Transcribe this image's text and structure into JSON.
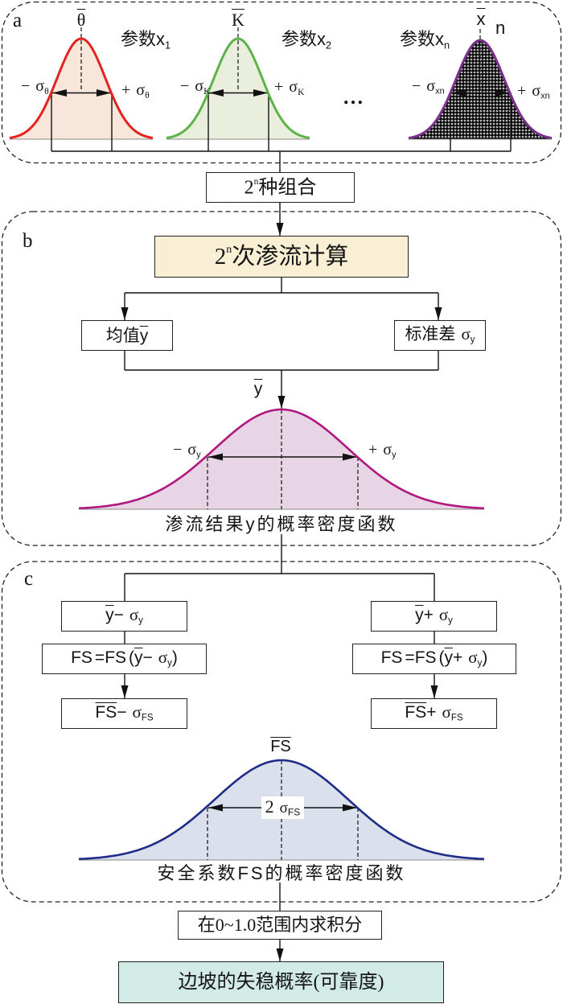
{
  "panel_a": {
    "label": "a",
    "ellipsis": "…",
    "params": [
      {
        "name": "参数x",
        "index": "1",
        "mean_symbol": "θ",
        "minus": "−",
        "plus": "+",
        "sigma": "σ",
        "sigma_sub": "θ"
      },
      {
        "name": "参数x",
        "index": "2",
        "mean_symbol": "K",
        "minus": "−",
        "plus": "+",
        "sigma": "σ",
        "sigma_sub": "K"
      },
      {
        "name": "参数x",
        "index": "n",
        "mean_symbol": "x",
        "mean_suffix": "n",
        "minus": "−",
        "plus": "+",
        "sigma": "σ",
        "sigma_sub": "xn"
      }
    ]
  },
  "combination_box": {
    "base": "2",
    "exponent": "n",
    "text": "种组合"
  },
  "panel_b": {
    "label": "b",
    "seepage_box": {
      "base": "2",
      "exponent": "n",
      "text": "次渗流计算"
    },
    "mean_box": {
      "text": "均值",
      "symbol": "y"
    },
    "std_box": {
      "text": "标准差",
      "sigma": "σ",
      "sigma_sub": "y"
    },
    "curve_mean_label": "y",
    "minus_label": {
      "sign": "−",
      "sigma": "σ",
      "sub": "y"
    },
    "plus_label": {
      "sign": "+",
      "sigma": "σ",
      "sub": "y"
    },
    "caption": "渗流结果y的概率密度函数"
  },
  "panel_c": {
    "label": "c",
    "left_branch": {
      "shift_box": {
        "mean": "y",
        "op": "−",
        "sigma": "σ",
        "sigma_sub": "y"
      },
      "fs_box": {
        "lhs": "FS",
        "eq": "=",
        "func": "FS",
        "open": "(",
        "mean": "y",
        "op": "−",
        "sigma": "σ",
        "sigma_sub": "y",
        "close": ")"
      },
      "result_box": {
        "mean": "FS",
        "op": "−",
        "sigma": "σ",
        "sigma_sub": "FS"
      }
    },
    "right_branch": {
      "shift_box": {
        "mean": "y",
        "op": "+",
        "sigma": "σ",
        "sigma_sub": "y"
      },
      "fs_box": {
        "lhs": "FS",
        "eq": "=",
        "func": "FS",
        "open": "(",
        "mean": "y",
        "op": "+",
        "sigma": "σ",
        "sigma_sub": "y",
        "close": ")"
      },
      "result_box": {
        "mean": "FS",
        "op": "+",
        "sigma": "σ",
        "sigma_sub": "FS"
      }
    },
    "curve_mean_label": "FS",
    "width_label": {
      "factor": "2",
      "sigma": "σ",
      "sigma_sub": "FS"
    },
    "caption": "安全系数FS的概率密度函数"
  },
  "integral_box": {
    "text": "在0~1.0范围内求积分"
  },
  "result_box": {
    "text": "边坡的失稳概率(可靠度)"
  },
  "colors": {
    "param1_curve": "#e3231f",
    "param1_fill": "#f8e6da",
    "param2_curve": "#5cb449",
    "param2_fill": "#e9efdc",
    "paramn_curve": "#7b2f8e",
    "seepage_curve": "#b0187f",
    "seepage_fill": "#e7d4e5",
    "fs_curve": "#1f2d88",
    "fs_fill": "#dbe1ec",
    "seepage_box_bg": "#f8efd4",
    "result_box_bg": "#d3ebe6"
  }
}
